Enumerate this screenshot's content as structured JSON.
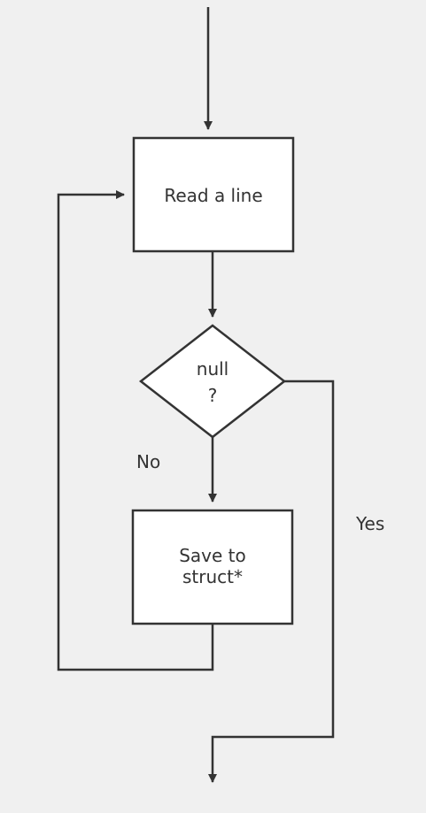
{
  "diagram": {
    "colors": {
      "background": "#f0f0f0",
      "box_fill": "#ffffff",
      "stroke": "#333333",
      "text": "#333333"
    },
    "nodes": {
      "read_line": {
        "label": "Read a line"
      },
      "null_check": {
        "label_line1": "null",
        "label_line2": "?"
      },
      "save_struct": {
        "label": "Save to\nstruct*"
      }
    },
    "edge_labels": {
      "no": "No",
      "yes": "Yes"
    }
  }
}
